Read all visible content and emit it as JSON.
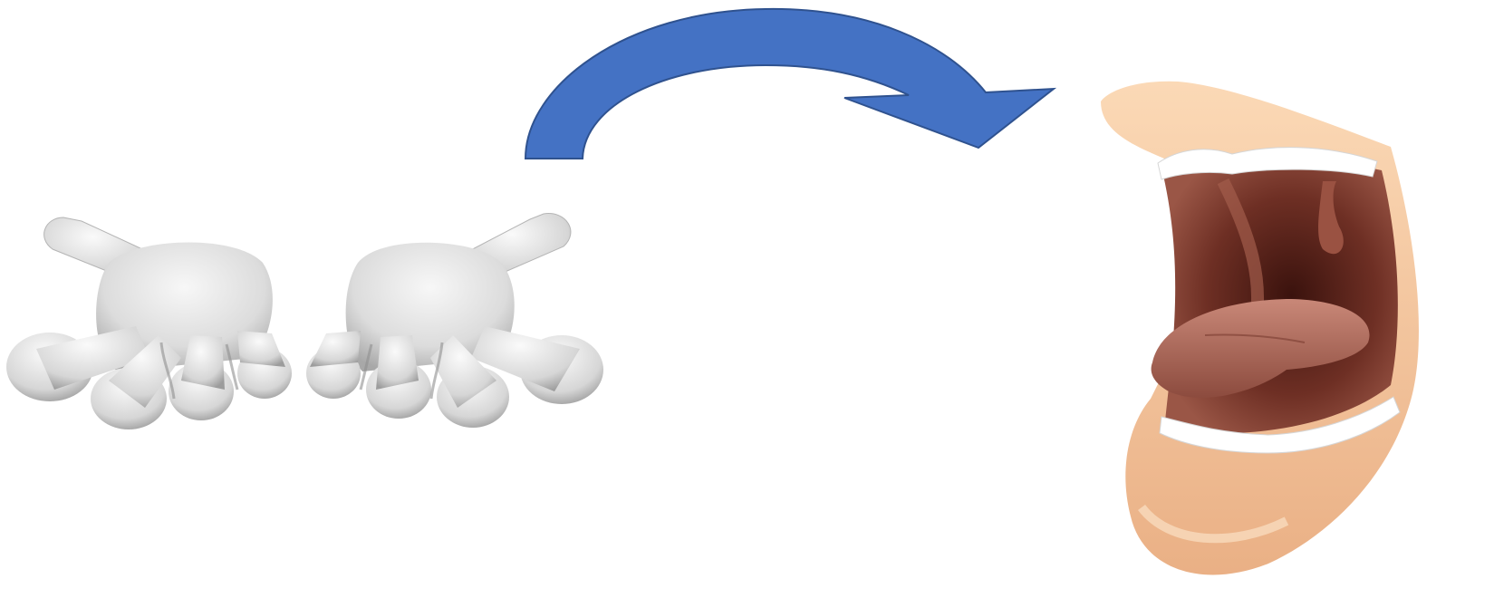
{
  "diagram": {
    "items": [
      {
        "id": "hands",
        "icon": "open-hands-icon",
        "description_color": "#d4d4d4"
      },
      {
        "id": "arrow",
        "icon": "curved-arrow-icon",
        "from": "hands",
        "to": "mouth"
      },
      {
        "id": "mouth",
        "icon": "open-mouth-icon"
      }
    ],
    "colors": {
      "background": "#ffffff",
      "arrow_fill": "#4472c4",
      "arrow_stroke": "#2f528f",
      "hand_light": "#f0f0f0",
      "hand_mid": "#d2d2d2",
      "hand_dark": "#9a9a9a",
      "lip": "#f6c79e",
      "lip_dark": "#e7a877",
      "mouth_inside": "#7a3a2e",
      "throat": "#4b1a14",
      "tongue": "#b86d5f",
      "teeth": "#ffffff"
    }
  }
}
